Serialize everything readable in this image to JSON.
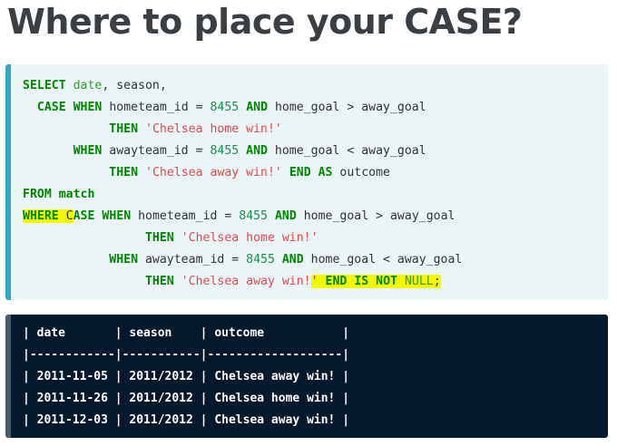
{
  "page": {
    "title": "Where to place your CASE?"
  },
  "code_lines": [
    [
      {
        "t": "SELECT",
        "c": "kw"
      },
      {
        "t": " "
      },
      {
        "t": "date",
        "c": "fn"
      },
      {
        "t": ", season,"
      }
    ],
    [
      {
        "t": "  "
      },
      {
        "t": "CASE",
        "c": "kw"
      },
      {
        "t": " "
      },
      {
        "t": "WHEN",
        "c": "kw"
      },
      {
        "t": " hometeam_id = "
      },
      {
        "t": "8455",
        "c": "num"
      },
      {
        "t": " "
      },
      {
        "t": "AND",
        "c": "kw"
      },
      {
        "t": " home_goal > away_goal"
      }
    ],
    [
      {
        "t": "            "
      },
      {
        "t": "THEN",
        "c": "kw"
      },
      {
        "t": " "
      },
      {
        "t": "'Chelsea home win!'",
        "c": "str"
      }
    ],
    [
      {
        "t": "       "
      },
      {
        "t": "WHEN",
        "c": "kw"
      },
      {
        "t": " awayteam_id = "
      },
      {
        "t": "8455",
        "c": "num"
      },
      {
        "t": " "
      },
      {
        "t": "AND",
        "c": "kw"
      },
      {
        "t": " home_goal < away_goal"
      }
    ],
    [
      {
        "t": "            "
      },
      {
        "t": "THEN",
        "c": "kw"
      },
      {
        "t": " "
      },
      {
        "t": "'Chelsea away win!'",
        "c": "str"
      },
      {
        "t": " "
      },
      {
        "t": "END",
        "c": "kw"
      },
      {
        "t": " "
      },
      {
        "t": "AS",
        "c": "kw"
      },
      {
        "t": " outcome"
      }
    ],
    [
      {
        "t": "FROM",
        "c": "kw"
      },
      {
        "t": " "
      },
      {
        "t": "match",
        "c": "kw"
      }
    ],
    [
      {
        "t": "WHERE",
        "c": "kw",
        "hl": true
      },
      {
        "t": " C",
        "hl": true
      },
      {
        "t": "ASE",
        "c": "kw"
      },
      {
        "t": " "
      },
      {
        "t": "WHEN",
        "c": "kw"
      },
      {
        "t": " hometeam_id = "
      },
      {
        "t": "8455",
        "c": "num"
      },
      {
        "t": " "
      },
      {
        "t": "AND",
        "c": "kw"
      },
      {
        "t": " home_goal > away_goal"
      }
    ],
    [
      {
        "t": "                 "
      },
      {
        "t": "THEN",
        "c": "kw"
      },
      {
        "t": " "
      },
      {
        "t": "'Chelsea home win!'",
        "c": "str"
      }
    ],
    [
      {
        "t": "            "
      },
      {
        "t": "WHEN",
        "c": "kw"
      },
      {
        "t": " awayteam_id = "
      },
      {
        "t": "8455",
        "c": "num"
      },
      {
        "t": " "
      },
      {
        "t": "AND",
        "c": "kw"
      },
      {
        "t": " home_goal < away_goal"
      }
    ],
    [
      {
        "t": "                 "
      },
      {
        "t": "THEN",
        "c": "kw"
      },
      {
        "t": " "
      },
      {
        "t": "'Chelsea away win!",
        "c": "str"
      },
      {
        "t": "'",
        "c": "str",
        "hl": true
      },
      {
        "t": " ",
        "hl": true
      },
      {
        "t": "END",
        "c": "kw",
        "hl": true
      },
      {
        "t": " ",
        "hl": true
      },
      {
        "t": "IS",
        "c": "kw",
        "hl": true
      },
      {
        "t": " ",
        "hl": true
      },
      {
        "t": "NOT",
        "c": "kw",
        "hl": true
      },
      {
        "t": " ",
        "hl": true
      },
      {
        "t": "NULL",
        "c": "nul",
        "hl": true
      },
      {
        "t": ";",
        "hl": true
      }
    ]
  ],
  "result_table": {
    "header": "| date       | season    | outcome           |",
    "separator": "|------------|-----------|-------------------|",
    "rows": [
      "| 2011-11-05 | 2011/2012 | Chelsea away win! |",
      "| 2011-11-26 | 2011/2012 | Chelsea home win! |",
      "| 2011-12-03 | 2011/2012 | Chelsea away win! |"
    ]
  },
  "colors": {
    "keyword": "#008700",
    "string": "#e4484e",
    "number": "#1e8f4e",
    "highlight": "#f2f800",
    "code_background": "#ebf4f7",
    "code_accent": "#33a4ca",
    "output_background": "#05192d",
    "title": "#3a3f44"
  }
}
